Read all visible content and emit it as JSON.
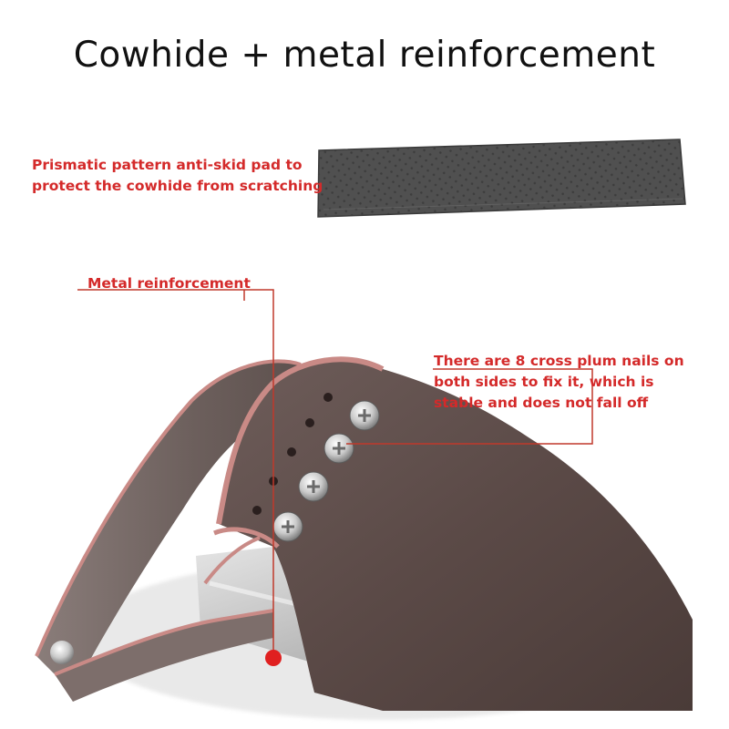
{
  "title": "Cowhide + metal reinforcement",
  "callouts": {
    "anti_skid_pad": "Prismatic pattern anti-skid pad to protect the cowhide from scratching",
    "metal_reinforcement": "Metal reinforcement",
    "cross_plum_nails": "There are 8 cross plum nails on both sides to fix it, which is stable and does not fall off"
  },
  "colors": {
    "callout_text": "#d42a2a",
    "leader_line": "#c0392b",
    "leather": "#5b4a47",
    "leather_edge": "#c98a86",
    "pad": "#4e4e4e",
    "metal": "#bfbfbf"
  }
}
